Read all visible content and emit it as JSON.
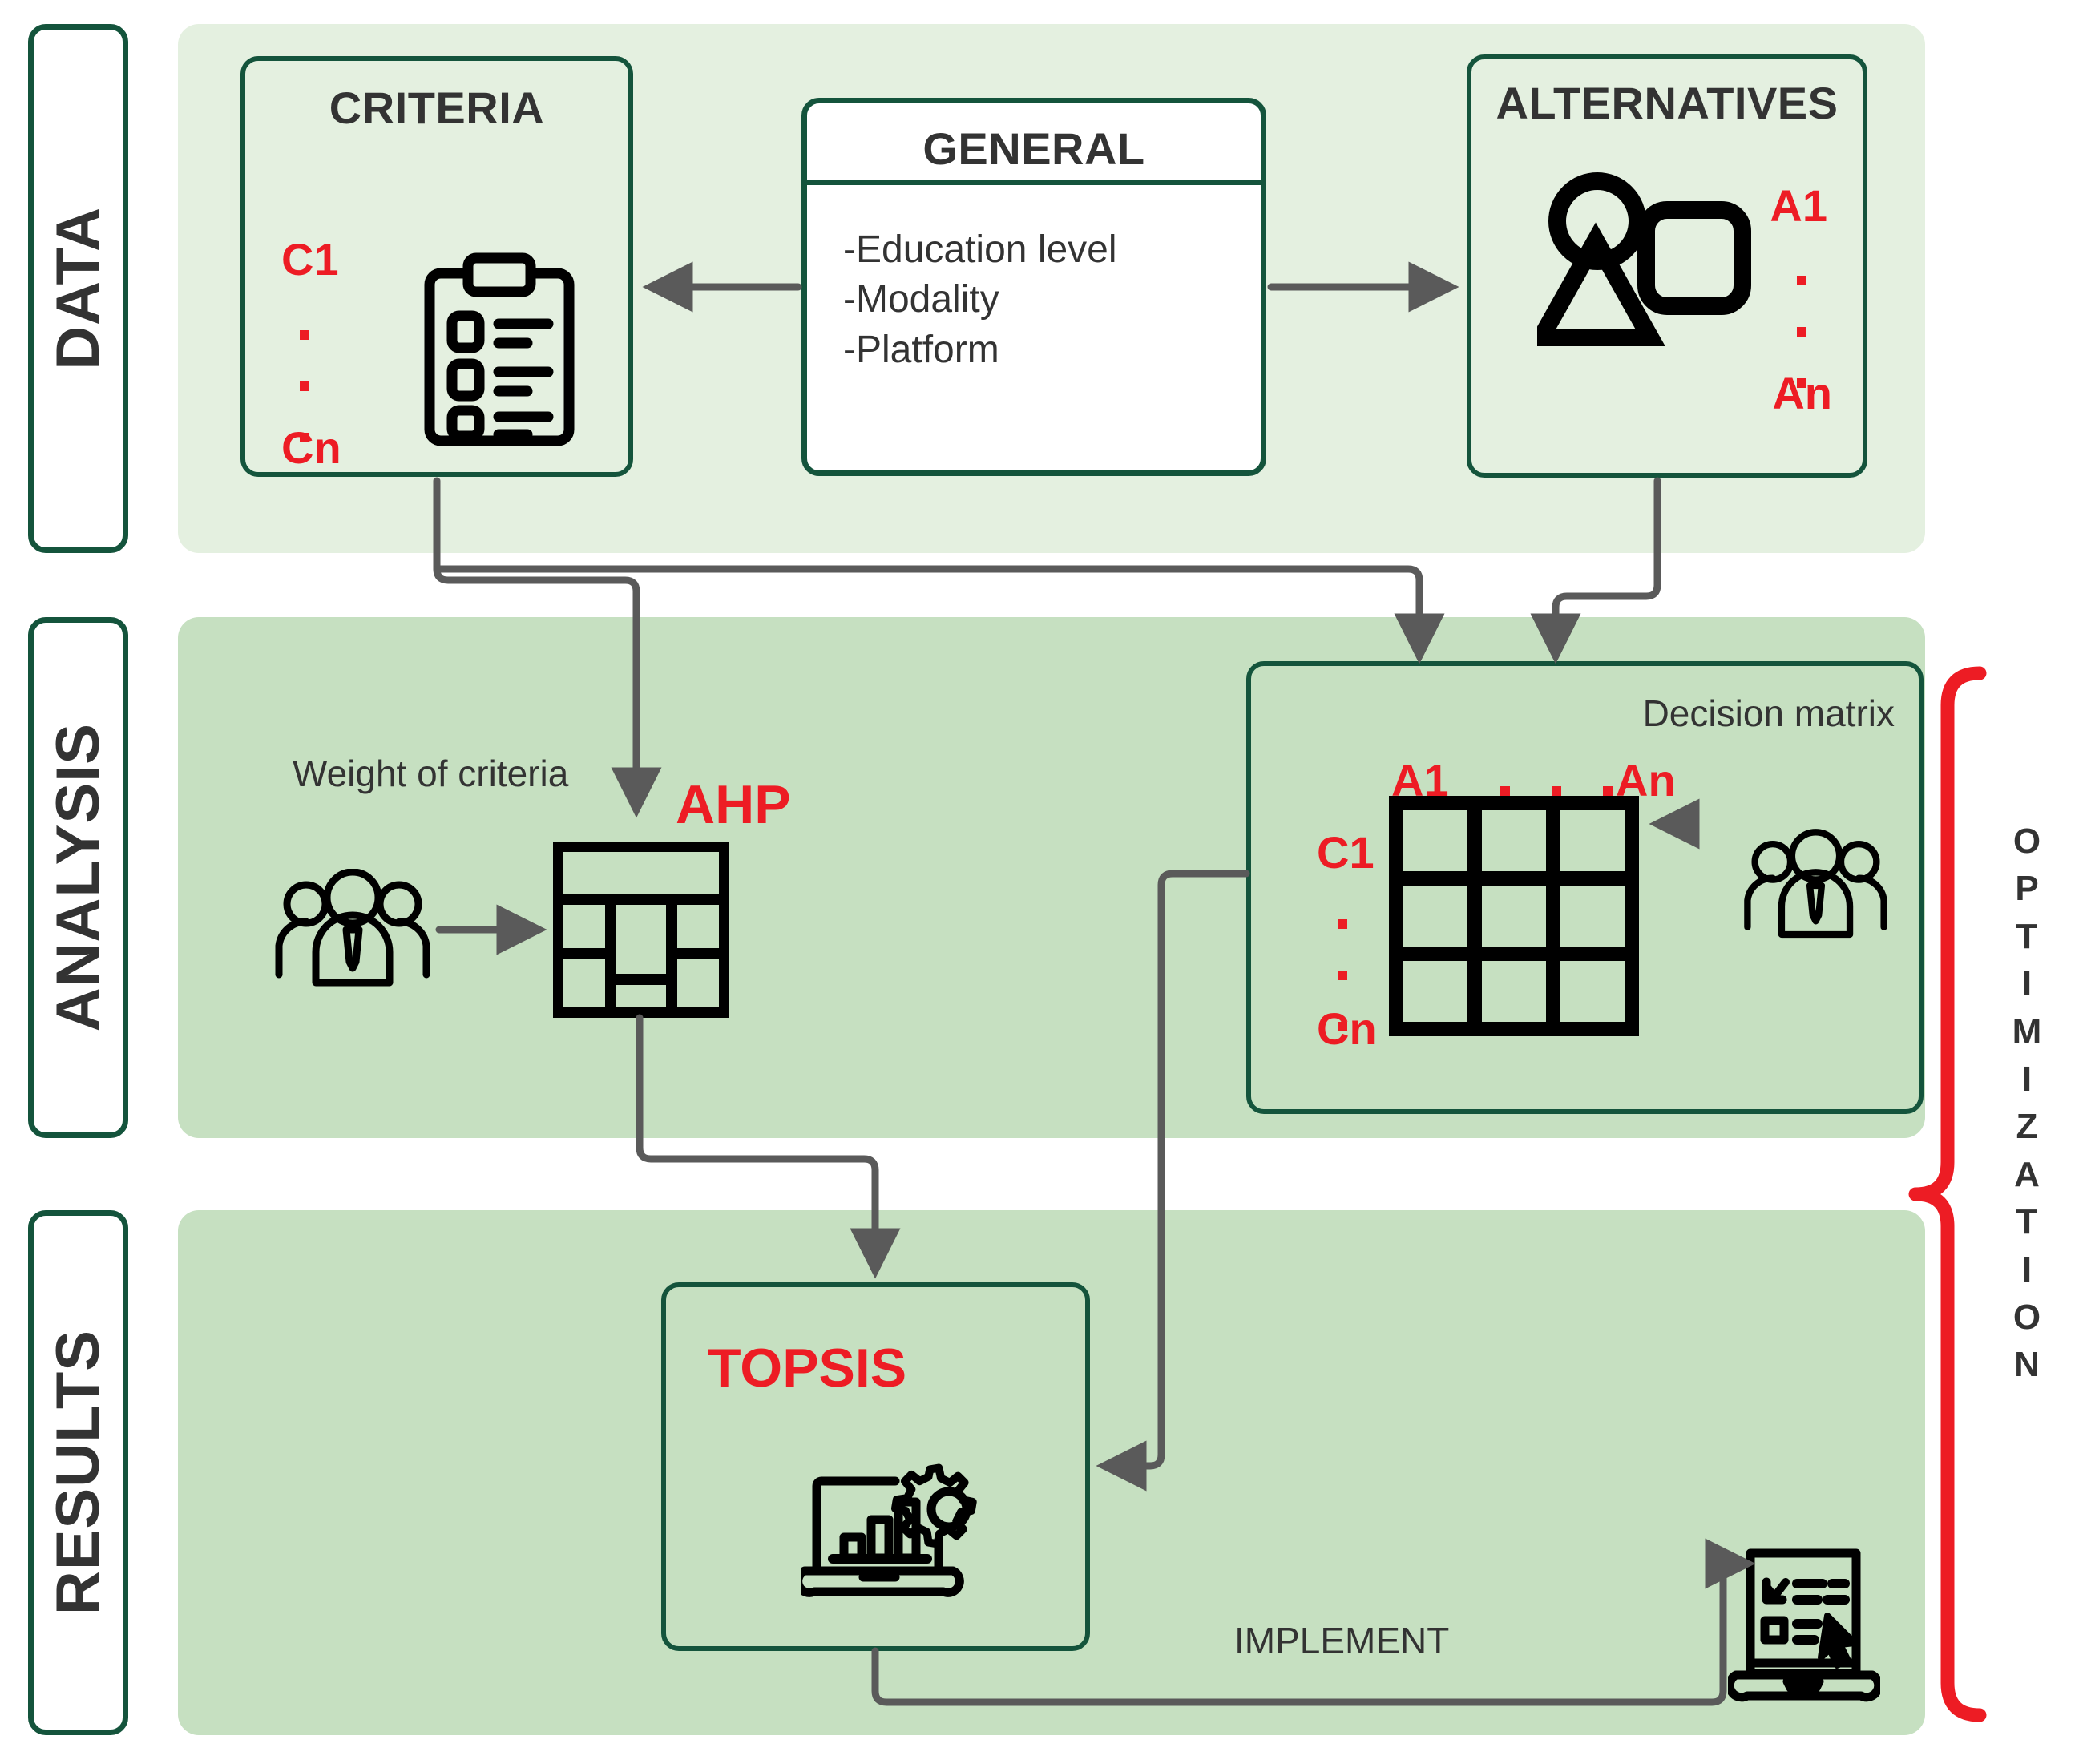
{
  "stages": [
    {
      "label": "DATA"
    },
    {
      "label": "ANALYSIS"
    },
    {
      "label": "RESULTS"
    }
  ],
  "data_section": {
    "criteria": {
      "title": "CRITERIA",
      "first": "C1",
      "last": "Cn",
      "icon": "clipboard-checklist-icon"
    },
    "general": {
      "title": "GENERAL",
      "items": "-Education level\n-Modality\n-Platform"
    },
    "alternatives": {
      "title": "ALTERNATIVES",
      "first": "A1",
      "last": "An",
      "icon": "shapes-icon"
    }
  },
  "analysis_section": {
    "weight_label": "Weight of criteria",
    "ahp_label": "AHP",
    "stakeholders_icon": "people-group-icon",
    "ahp_icon": "hierarchy-table-icon",
    "decision_matrix": {
      "title": "Decision matrix",
      "col_first": "A1",
      "col_last": "An",
      "row_first": "C1",
      "row_last": "Cn",
      "experts_icon": "people-group-icon"
    }
  },
  "results_section": {
    "topsis_label": "TOPSIS",
    "topsis_icon": "laptop-bar-chart-gear-icon",
    "implement_label": "IMPLEMENT",
    "implement_icon": "laptop-checklist-cursor-icon"
  },
  "optimization": {
    "label": "OPTIMIZATION",
    "letters": [
      "O",
      "P",
      "T",
      "I",
      "M",
      "I",
      "Z",
      "A",
      "T",
      "I",
      "O",
      "N"
    ],
    "bracket_color": "#ed1c24"
  },
  "colors": {
    "dark_green": "#14543c",
    "band_data": "#e4f0e0",
    "band_analysis": "#c6e0c1",
    "band_results": "#c6e0c1",
    "red": "#ed1c24",
    "arrow_gray": "#5a5a5a",
    "text_dark": "#333333"
  }
}
